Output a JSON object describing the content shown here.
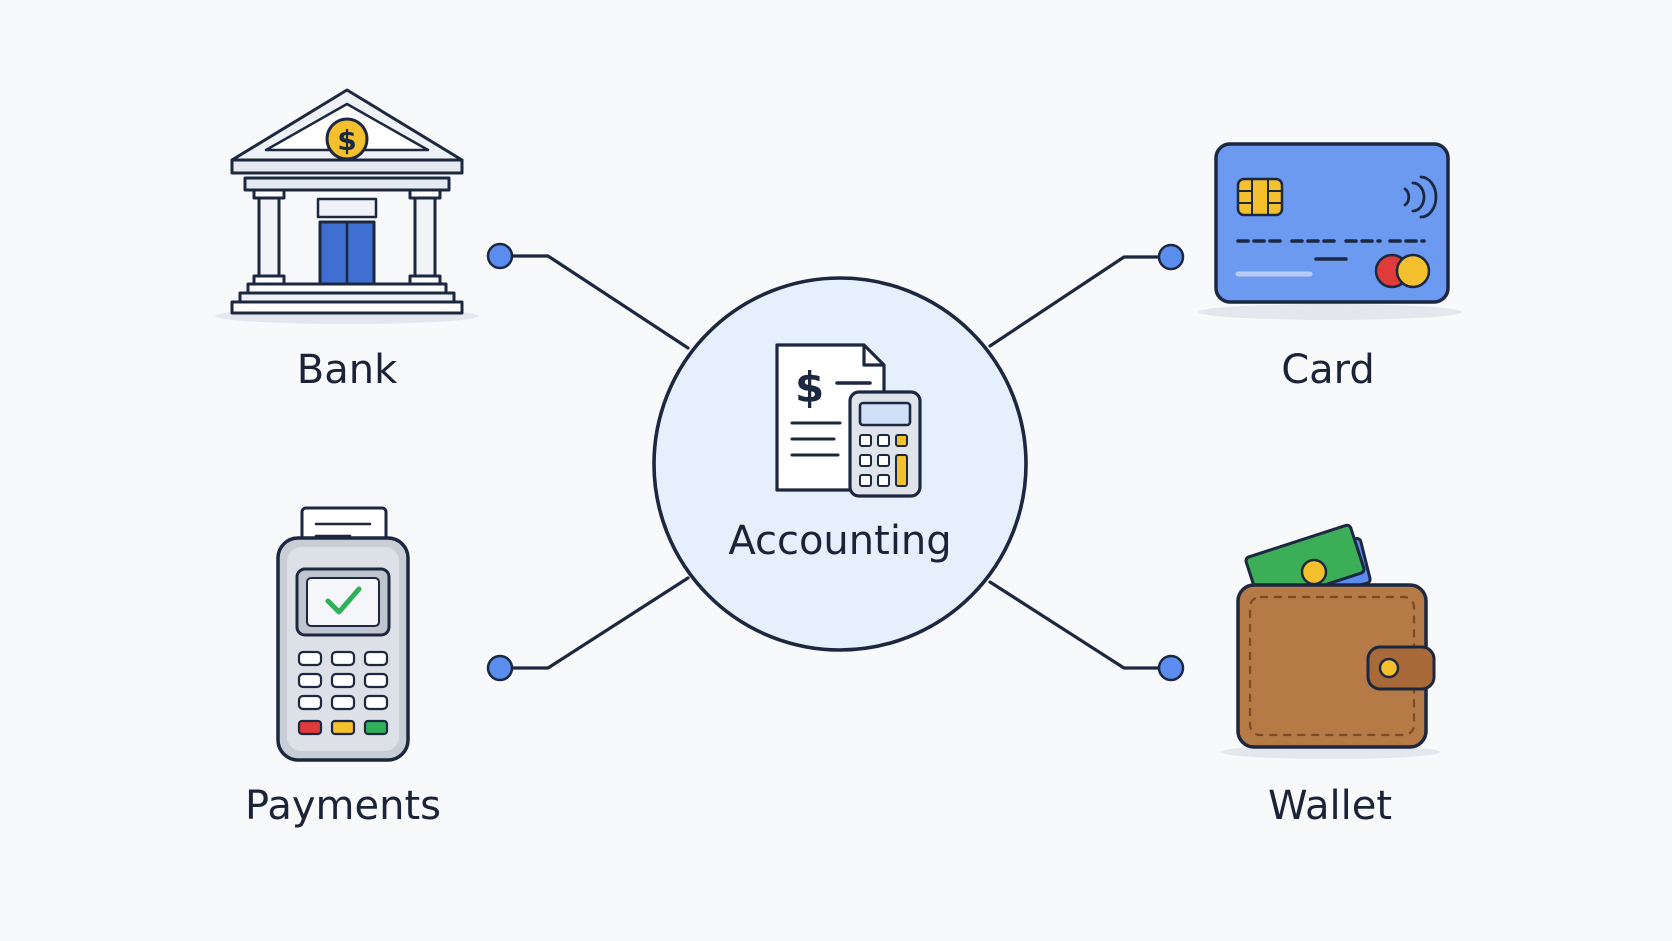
{
  "diagram": {
    "center": {
      "label": "Accounting",
      "icon": "invoice-calculator-icon"
    },
    "nodes": [
      {
        "id": "bank",
        "label": "Bank",
        "icon": "bank-building-icon"
      },
      {
        "id": "card",
        "label": "Card",
        "icon": "credit-card-icon"
      },
      {
        "id": "payments",
        "label": "Payments",
        "icon": "payment-terminal-icon"
      },
      {
        "id": "wallet",
        "label": "Wallet",
        "icon": "wallet-icon"
      }
    ],
    "icon_text": {
      "bank_symbol": "$",
      "invoice_symbol": "$"
    }
  },
  "colors": {
    "background": "#f8f9fb",
    "outline": "#1c2740",
    "accent_blue": "#5b8def",
    "hub_fill": "#e6f0fc",
    "gold": "#f5c02e",
    "label": "#1b2338",
    "check_green": "#2fb15a",
    "wallet_brown": "#b67a47"
  }
}
